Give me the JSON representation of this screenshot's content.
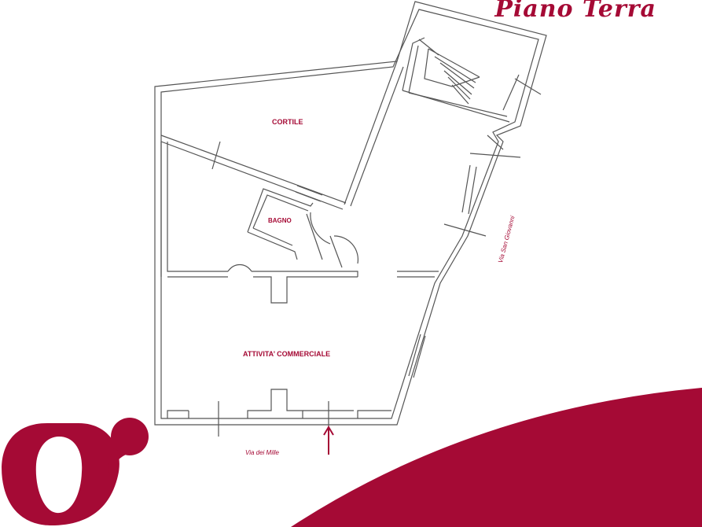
{
  "header": {
    "title": "Piano Terra"
  },
  "rooms": {
    "courtyard": "CORTILE",
    "bathroom": "BAGNO",
    "shop": "ATTIVITA’ COMMERCIALE"
  },
  "streets": {
    "bottom": "Via dei Mille",
    "side": "Via San Giovanni"
  },
  "colors": {
    "brand": "#a50a35",
    "walls": "#555555",
    "background": "#ffffff"
  },
  "icons": {
    "entrance": "arrow-up-icon",
    "logo": "brand-logo"
  }
}
